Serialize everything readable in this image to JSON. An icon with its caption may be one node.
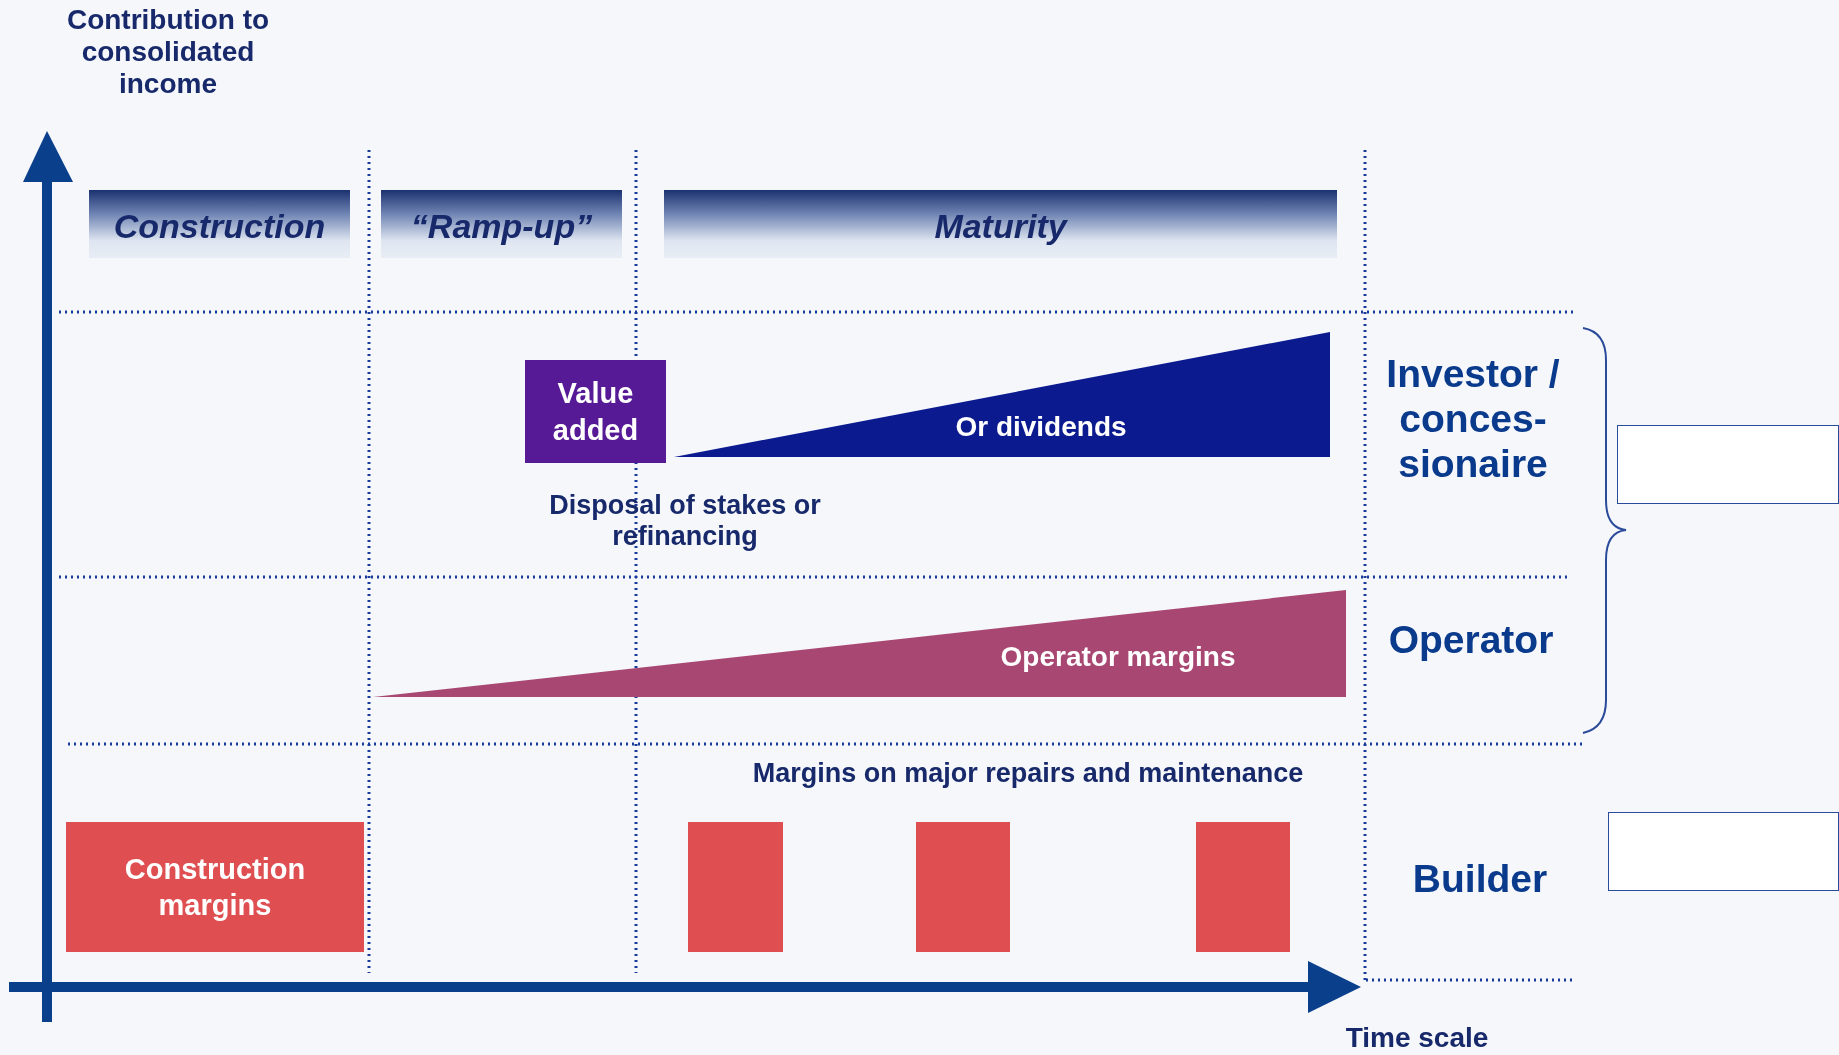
{
  "diagram": {
    "nodes": [
      {
        "text": [
          "Construction"
        ]
      },
      {
        "text": [
          "“Ramp-up”"
        ]
      },
      {
        "text": [
          "Maturity"
        ]
      },
      {
        "text": [
          "Value added"
        ]
      },
      {
        "text": [
          "Or dividends"
        ]
      },
      {
        "text": [
          "Operator margins"
        ]
      },
      {
        "text": [
          "Construction margins"
        ]
      },
      {
        "text": [],
        "shape": "box"
      },
      {
        "text": [],
        "shape": "box"
      },
      {
        "text": [],
        "shape": "box"
      },
      {
        "text": [],
        "shape": "box"
      },
      {
        "text": [],
        "shape": "box"
      }
    ],
    "labels": [
      "Contribution to consolidated income",
      "Disposal of stakes or refinancing",
      "Investor / conces- sionaire",
      "Margins on major repairs and maintenance",
      "Operator",
      "Builder",
      "Time scale"
    ]
  }
}
